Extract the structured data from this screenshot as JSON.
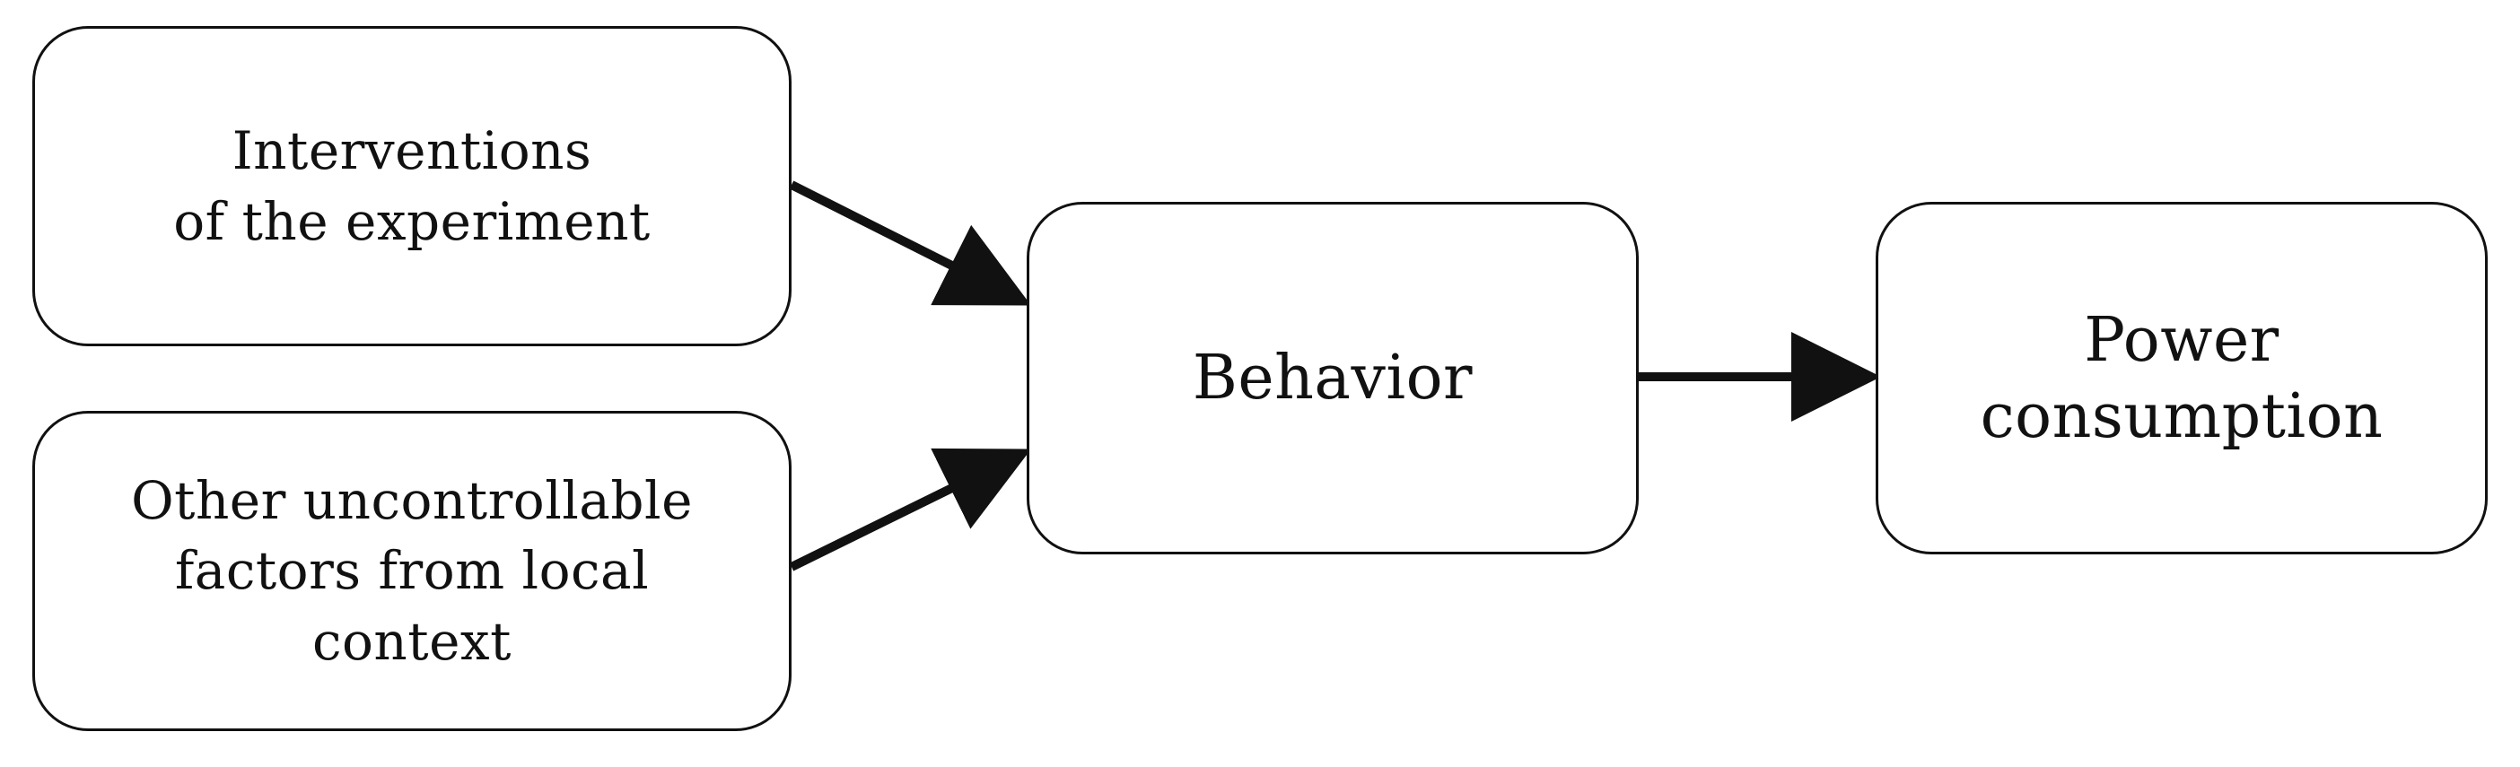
{
  "diagram": {
    "nodes": {
      "interventions": {
        "label": "Interventions\nof the experiment"
      },
      "other_factors": {
        "label": "Other uncontrollable\nfactors from local\ncontext"
      },
      "behavior": {
        "label": "Behavior"
      },
      "power": {
        "label": "Power\nconsumption"
      }
    },
    "edges": [
      {
        "from": "interventions",
        "to": "behavior"
      },
      {
        "from": "other_factors",
        "to": "behavior"
      },
      {
        "from": "behavior",
        "to": "power"
      }
    ]
  }
}
